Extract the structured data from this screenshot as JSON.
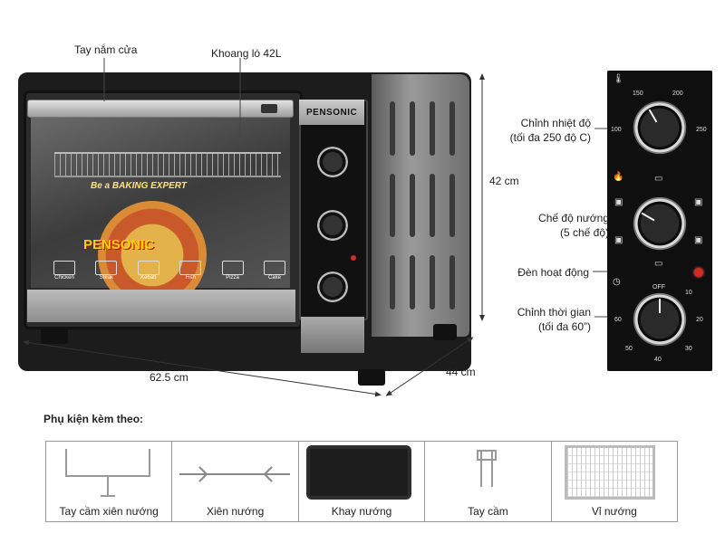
{
  "callouts": {
    "handle": "Tay nắm cửa",
    "chamber": "Khoang lò 42L",
    "temp_line1": "Chỉnh nhiệt độ",
    "temp_line2": "(tối đa 250 độ C)",
    "mode_line1": "Chế độ nướng",
    "mode_line2": "(5 chế độ)",
    "lamp": "Đèn hoạt động",
    "timer_line1": "Chỉnh thời gian",
    "timer_line2": "(tối đa 60”)"
  },
  "dimensions": {
    "height": "42 cm",
    "width": "62.5 cm",
    "depth": "44 cm"
  },
  "oven": {
    "brand": "PENSONIC",
    "door_brand": "PENSONIC",
    "door_slogan": "Be a BAKING EXPERT",
    "menu_items": [
      "Chicken",
      "Steak",
      "Kebab",
      "Fish",
      "Pizza",
      "Cake"
    ]
  },
  "panel": {
    "temp_ticks": [
      "100",
      "150",
      "200",
      "250"
    ],
    "timer_ticks": [
      "OFF",
      "10",
      "20",
      "30",
      "40",
      "50",
      "60"
    ]
  },
  "accessories": {
    "title": "Phụ kiện kèm theo:",
    "items": [
      "Tay cầm xiên nướng",
      "Xiên nướng",
      "Khay nướng",
      "Tay cầm",
      "Vỉ nướng"
    ]
  },
  "colors": {
    "lamp": "#d52a22",
    "panel": "#0f0f0f",
    "frame": "#1c1c1c"
  }
}
